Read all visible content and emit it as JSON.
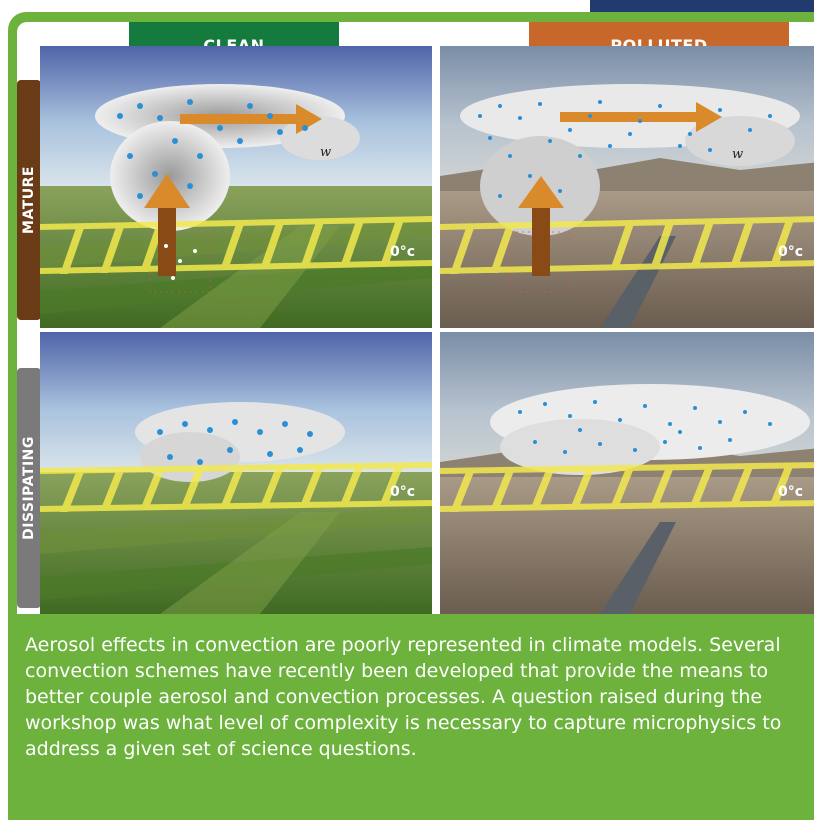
{
  "columns": {
    "clean": "CLEAN",
    "polluted": "POLLUTED"
  },
  "rows": {
    "mature": "MATURE",
    "dissipating": "DISSIPATING"
  },
  "freezing_level_label": "0°c",
  "updraft_symbol": "w",
  "caption": "Aerosol effects in convection are poorly represented in climate models. Several convection schemes have recently been developed that provide the means to better couple aerosol and convection processes. A question raised during the workshop was what level of complexity is necessary to capture microphysics to address a given set of science questions.",
  "colors": {
    "frame_green": "#6cb23d",
    "clean_header": "#157a3e",
    "polluted_header": "#c8672a",
    "mature_label": "#6a3b17",
    "dissipating_label": "#7a7a7a",
    "freezing_grid": "#f2e94e",
    "arrow": "#d98a2b",
    "particles": "#2b8fd6"
  }
}
